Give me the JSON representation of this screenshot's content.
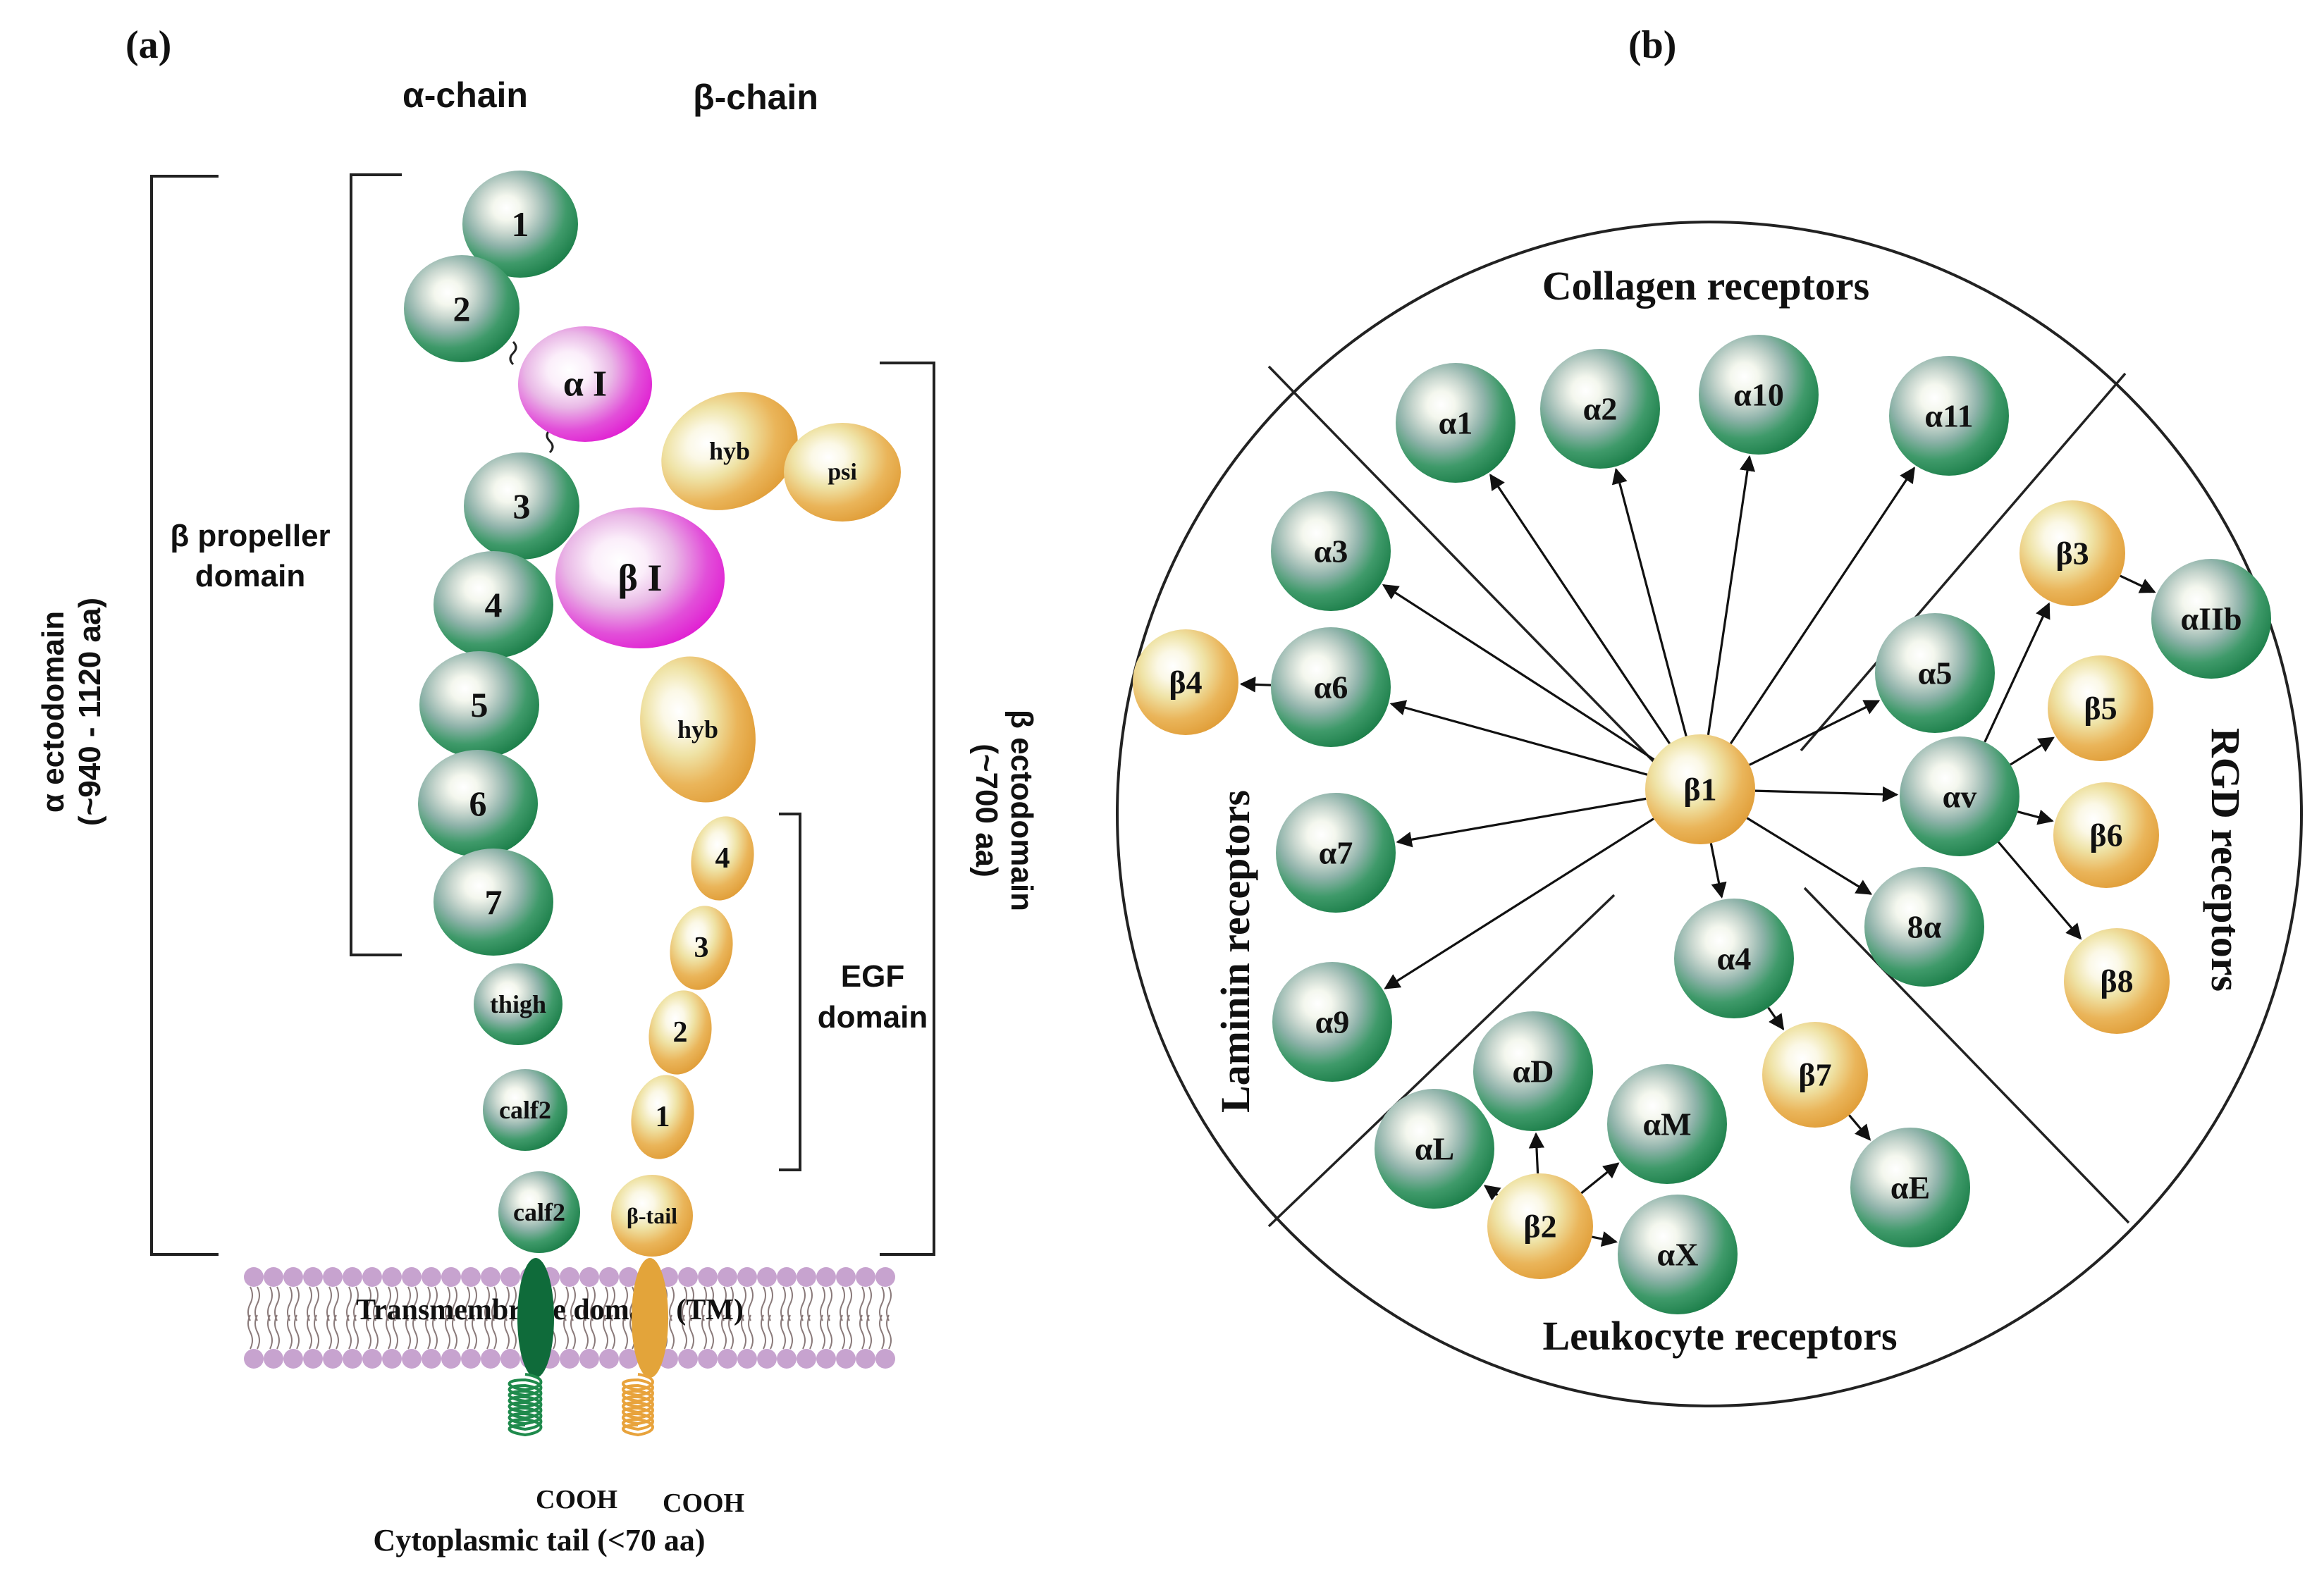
{
  "panel_a": {
    "label": "(a)",
    "alpha_chain": "α-chain",
    "beta_chain": "β-chain",
    "alpha_ectodomain": "α ectodomain",
    "alpha_ectodomain_size": "(~940 - 1120 aa)",
    "beta_propeller_line1": "β propeller",
    "beta_propeller_line2": "domain",
    "beta_ectodomain": "β ectodomain",
    "beta_ectodomain_size": "(~700 aa)",
    "egf_line1": "EGF",
    "egf_line2": "domain",
    "transmembrane": "Transmembrane domain (TM)",
    "cytoplasmic_tail": "Cytoplasmic tail (<70 aa)",
    "cooh_alpha": "COOH",
    "cooh_beta": "COOH",
    "alpha_beads": [
      "1",
      "2",
      "α I",
      "3",
      "4",
      "5",
      "6",
      "7",
      "thigh",
      "calf2",
      "calf2"
    ],
    "beta_beads": [
      "hyb",
      "psi",
      "β I",
      "hyb",
      "4",
      "3",
      "2",
      "1",
      "β-tail"
    ]
  },
  "panel_b": {
    "label": "(b)",
    "collagen": "Collagen receptors",
    "laminin": "Laminin receptors",
    "rgd": "RGD receptors",
    "leukocyte": "Leukocyte receptors",
    "nodes": {
      "a1": "α1",
      "a2": "α2",
      "a10": "α10",
      "a11": "α11",
      "a3": "α3",
      "a6": "α6",
      "a7": "α7",
      "a9": "α9",
      "b4": "β4",
      "b1": "β1",
      "a5": "α5",
      "av": "αv",
      "b3": "β3",
      "aIIb": "αIIb",
      "b5": "β5",
      "b6": "β6",
      "b8": "β8",
      "a8": "8α",
      "a4": "α4",
      "b7": "β7",
      "aE": "αE",
      "b2": "β2",
      "aL": "αL",
      "aD": "αD",
      "aM": "αM",
      "aX": "αX"
    }
  },
  "colors": {
    "green": "#1f8a4c",
    "orange": "#e8a33c",
    "magenta": "#e020d0",
    "membrane": "#c7a3cf",
    "dark_green": "#0f6b3a"
  }
}
